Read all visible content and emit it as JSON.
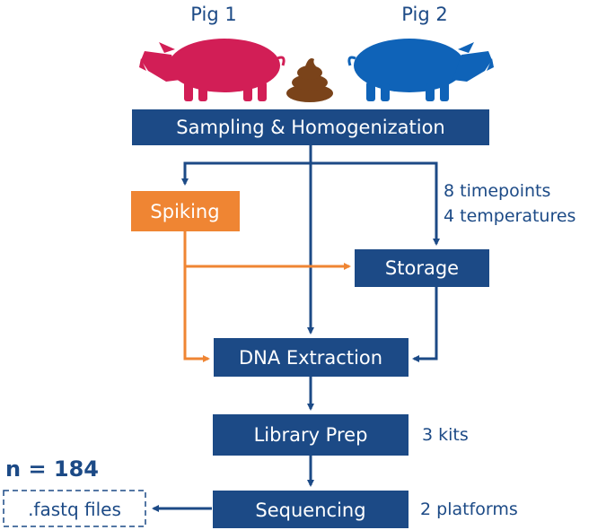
{
  "pigs": [
    {
      "label": "Pig 1",
      "color": "#d21e56"
    },
    {
      "label": "Pig 2",
      "color": "#0f63b8"
    }
  ],
  "icons": {
    "pig": "pig-icon",
    "feces": "feces-icon"
  },
  "colors": {
    "box": "#1c4a86",
    "spike": "#ef8533",
    "feces": "#7a431a",
    "text": "#1c4a86"
  },
  "nodes": {
    "sampling": "Sampling & Homogenization",
    "spiking": "Spiking",
    "storage": "Storage",
    "extraction": "DNA Extraction",
    "library": "Library Prep",
    "sequencing": "Sequencing",
    "output": ".fastq files"
  },
  "annotations": {
    "timepoints": "8 timepoints",
    "temperatures": "4 temperatures",
    "kits": "3 kits",
    "platforms": "2 platforms",
    "sample_count": "n = 184"
  }
}
